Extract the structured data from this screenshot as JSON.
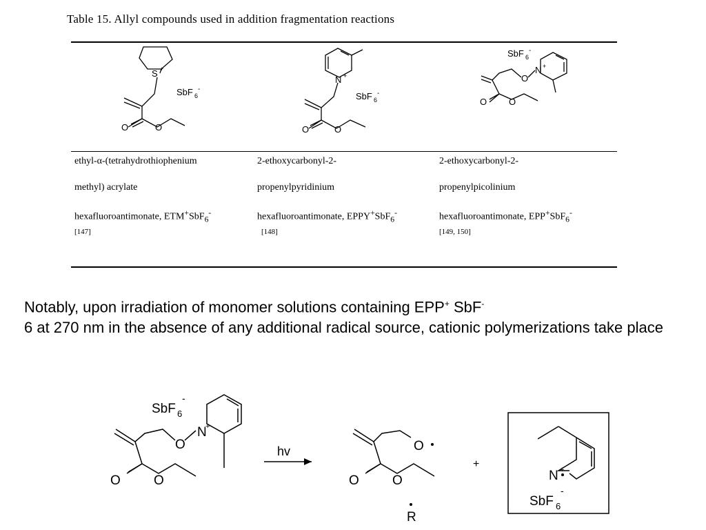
{
  "table": {
    "caption": "Table 15. Allyl compounds used in addition fragmentation reactions",
    "structure_labels": {
      "s_plus": "S",
      "n_plus": "N",
      "o": "O",
      "sbf": "SbF",
      "six": "6",
      "minus": "-",
      "plus": "+"
    },
    "columns": [
      {
        "line1": "ethyl-α-(tetrahydrothiophenium",
        "line2": "methyl) acrylate",
        "line3_main": "hexafluoroantimonate, ETM",
        "line3_sup": "+",
        "line3_tail": "SbF",
        "line3_sub": "6",
        "line3_sup2": "-",
        "ref": "[147]"
      },
      {
        "line1": "2-ethoxycarbonyl-2-",
        "line2": "propenylpyridinium",
        "line3_main": "hexafluoroantimonate, EPPY",
        "line3_sup": "+",
        "line3_tail": "SbF",
        "line3_sub": "6",
        "line3_sup2": "-",
        "ref": "[148]"
      },
      {
        "line1": "2-ethoxycarbonyl-2-",
        "line2": "propenylpicolinium",
        "line3_main": "hexafluoroantimonate, EPP",
        "line3_sup": "+",
        "line3_tail": "SbF",
        "line3_sub": "6",
        "line3_sup2": "-",
        "ref": "[149, 150]"
      }
    ]
  },
  "note": {
    "part1": "Notably, upon irradiation of monomer solutions containing EPP",
    "sup1": "+",
    "part2": " SbF",
    "sup2": "-",
    "part3": "6 at 270 nm in the absence of any additional radical source, cationic polymerizations take place"
  },
  "scheme": {
    "arrow_label": "hv",
    "plus_sign": "+",
    "radical_label": "R",
    "o_radical": "O",
    "n_label": "N",
    "o_label": "O",
    "sbf": "SbF",
    "six": "6",
    "minus": "-",
    "plus": "+"
  }
}
